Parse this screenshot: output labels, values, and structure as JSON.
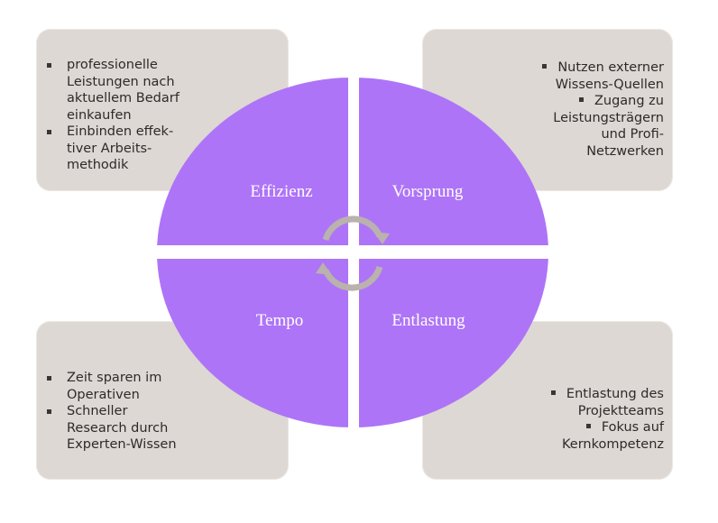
{
  "colors": {
    "quadrant_fill": "#ae74f7",
    "card_fill": "#ddd8d3",
    "cycle_arrow": "#b9b2ad",
    "text": "#2e2a2a"
  },
  "quadrants": {
    "top_left": "Effizienz",
    "top_right": "Vorsprung",
    "bottom_left": "Tempo",
    "bottom_right": "Entlastung"
  },
  "cards": {
    "top_left": {
      "items": [
        "professionelle\nLeistungen nach\naktuellem Bedarf\neinkaufen",
        "Einbinden effek-\ntiver Arbeits-\nmethodik"
      ]
    },
    "top_right": {
      "items": [
        "Nutzen externer\nWissens-Quellen",
        "Zugang zu\nLeistungsträgern\nund Profi-\nNetzwerken"
      ]
    },
    "bottom_left": {
      "items": [
        "Zeit sparen im\nOperativen",
        "Schneller\nResearch durch\nExperten-Wissen"
      ]
    },
    "bottom_right": {
      "items": [
        "Entlastung des\nProjektteams",
        "Fokus auf\nKernkompetenz"
      ]
    }
  },
  "center_icon": "cycle-arrows-icon"
}
